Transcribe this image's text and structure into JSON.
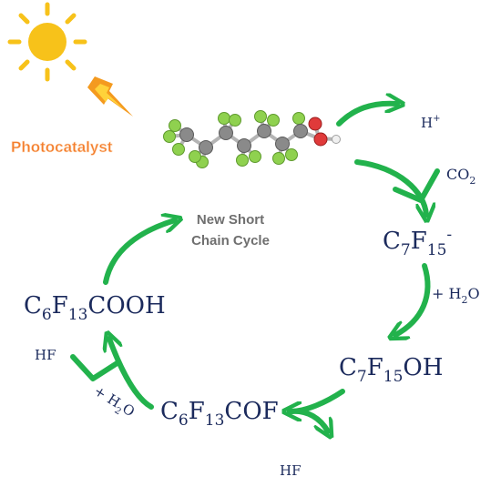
{
  "colors": {
    "arrow": "#22b24c",
    "navy": "#1b2a5c",
    "sun": "#f7c21a",
    "photocatalyst": "#f47c2b",
    "cycle_label": "#6f6f6f",
    "carbon": "#8a8a8a",
    "fluorine": "#8fd14f",
    "oxygen": "#e03a3a",
    "hydrogen": "#f0f0f0"
  },
  "icons": {
    "sun": "sun-icon",
    "lightning": "lightning-bolt-icon",
    "molecule": "pfoa-molecule-icon"
  },
  "labels": {
    "photocatalyst": "Photocatalyst",
    "cycle_line1": "New Short",
    "cycle_line2": "Chain Cycle"
  },
  "species": {
    "h_plus": {
      "base": "H",
      "sup": "+"
    },
    "co2": {
      "base": "CO",
      "sub": "2"
    },
    "c7f15_anion": {
      "a": "C",
      "s1": "7",
      "b": "F",
      "s2": "15",
      "sup": "-"
    },
    "water1": {
      "pre": "+ H",
      "sub": "2",
      "post": "O"
    },
    "c7f15oh": {
      "a": "C",
      "s1": "7",
      "b": "F",
      "s2": "15",
      "c": "OH"
    },
    "hf_right": "HF",
    "c6f13cof": {
      "a": "C",
      "s1": "6",
      "b": "F",
      "s2": "13",
      "c": "COF"
    },
    "water2": {
      "pre": "+ H",
      "sub": "2",
      "post": "O"
    },
    "hf_left": "HF",
    "c6f13cooh": {
      "a": "C",
      "s1": "6",
      "b": "F",
      "s2": "13",
      "c": "COOH"
    }
  }
}
